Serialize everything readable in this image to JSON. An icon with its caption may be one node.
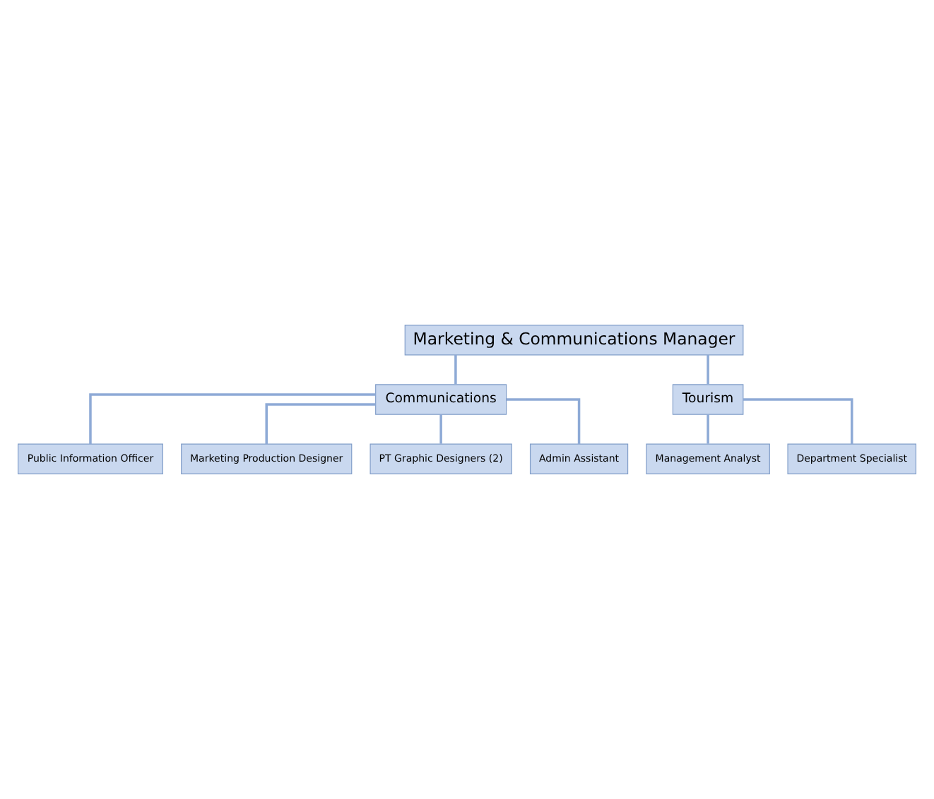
{
  "diagram": {
    "nodes": [
      {
        "text": [
          "Marketing & Communications Manager"
        ]
      },
      {
        "text": [
          "Communications"
        ]
      },
      {
        "text": [
          "Tourism"
        ]
      },
      {
        "text": [
          "Public Information Officer"
        ]
      },
      {
        "text": [
          "Marketing Production Designer"
        ]
      },
      {
        "text": [
          "PT Graphic Designers (2)"
        ]
      },
      {
        "text": [
          "Admin Assistant"
        ]
      },
      {
        "text": [
          "Management Analyst"
        ]
      },
      {
        "text": [
          "Department Specialist"
        ]
      }
    ],
    "edges": [
      {
        "from": 0,
        "to": 1,
        "arrow": "none"
      },
      {
        "from": 0,
        "to": 2,
        "arrow": "none"
      },
      {
        "from": 1,
        "to": 3,
        "arrow": "none"
      },
      {
        "from": 1,
        "to": 4,
        "arrow": "none"
      },
      {
        "from": 1,
        "to": 5,
        "arrow": "none"
      },
      {
        "from": 1,
        "to": 6,
        "arrow": "none"
      },
      {
        "from": 2,
        "to": 7,
        "arrow": "none"
      },
      {
        "from": 2,
        "to": 8,
        "arrow": "none"
      }
    ]
  }
}
